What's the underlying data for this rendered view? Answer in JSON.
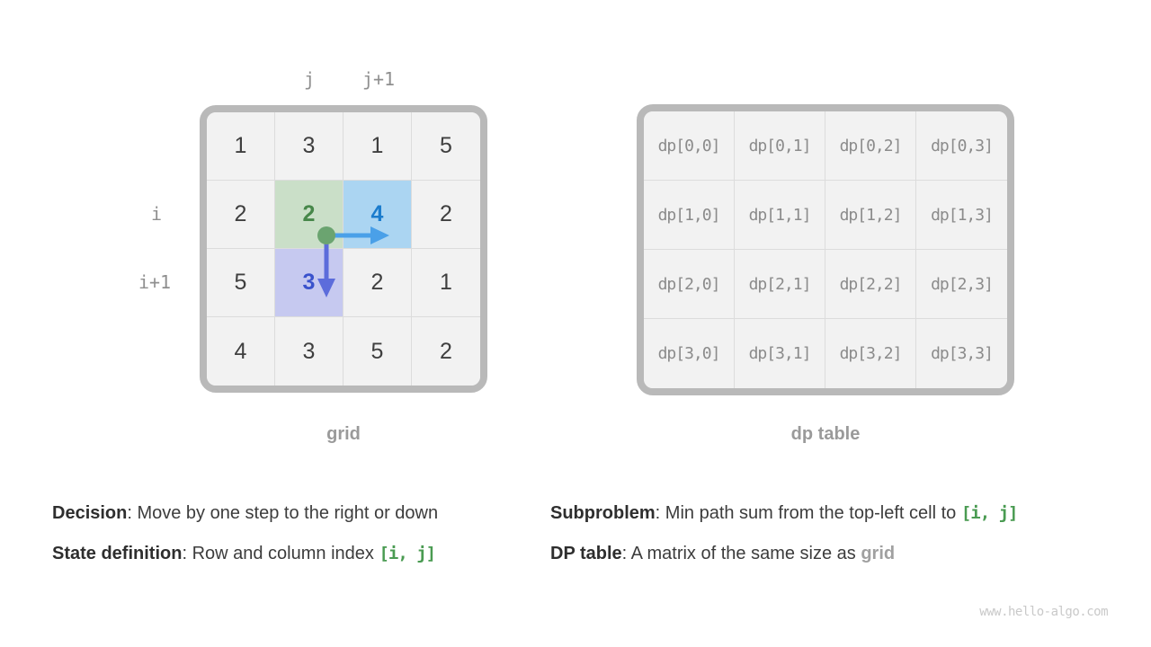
{
  "page": {
    "watermark": "www.hello-algo.com",
    "background_color": "#ffffff"
  },
  "axis_labels": {
    "col": "j",
    "col_next": "j+1",
    "row": "i",
    "row_next": "i+1"
  },
  "grid_table": {
    "caption": "grid",
    "rows": [
      [
        "1",
        "3",
        "1",
        "5"
      ],
      [
        "2",
        "2",
        "4",
        "2"
      ],
      [
        "5",
        "3",
        "2",
        "1"
      ],
      [
        "4",
        "3",
        "5",
        "2"
      ]
    ],
    "highlights": [
      {
        "row": 1,
        "col": 1,
        "role": "current-cell",
        "bg": "#cadfc8",
        "text_color": "#47874a"
      },
      {
        "row": 1,
        "col": 2,
        "role": "move-right-target",
        "bg": "#abd5f2",
        "text_color": "#1b7ccd"
      },
      {
        "row": 2,
        "col": 1,
        "role": "move-down-target",
        "bg": "#c6c9f0",
        "text_color": "#3a52cc"
      }
    ]
  },
  "dp_table": {
    "caption": "dp table",
    "rows": [
      [
        "dp[0,0]",
        "dp[0,1]",
        "dp[0,2]",
        "dp[0,3]"
      ],
      [
        "dp[1,0]",
        "dp[1,1]",
        "dp[1,2]",
        "dp[1,3]"
      ],
      [
        "dp[2,0]",
        "dp[2,1]",
        "dp[2,2]",
        "dp[2,3]"
      ],
      [
        "dp[3,0]",
        "dp[3,1]",
        "dp[3,2]",
        "dp[3,3]"
      ]
    ]
  },
  "notes": {
    "left": [
      {
        "label": "Decision",
        "text": ": Move by one step to the right or down",
        "code": ""
      },
      {
        "label": "State definition",
        "text": ": Row and column index ",
        "code": "[i, j]"
      }
    ],
    "right": [
      {
        "label": "Subproblem",
        "text": ": Min path sum from the top-left cell to ",
        "code": "[i, j]"
      },
      {
        "label": "DP table",
        "text": ": A matrix of the same size as ",
        "emphasis": "grid"
      }
    ]
  },
  "colors": {
    "table_border": "#b9b9b9",
    "cell_bg": "#f2f2f2",
    "cell_divider": "#dcdcdc",
    "dot_green": "#6ba470",
    "arrow_right_blue": "#4aa0e8",
    "arrow_down_indigo": "#5c6cdb",
    "code_green": "#4a9b52",
    "caption_gray": "#9a9a9a",
    "dp_text_gray": "#8b8b8b",
    "body_text": "#3c3c3c",
    "watermark_gray": "#c9c9c9"
  }
}
